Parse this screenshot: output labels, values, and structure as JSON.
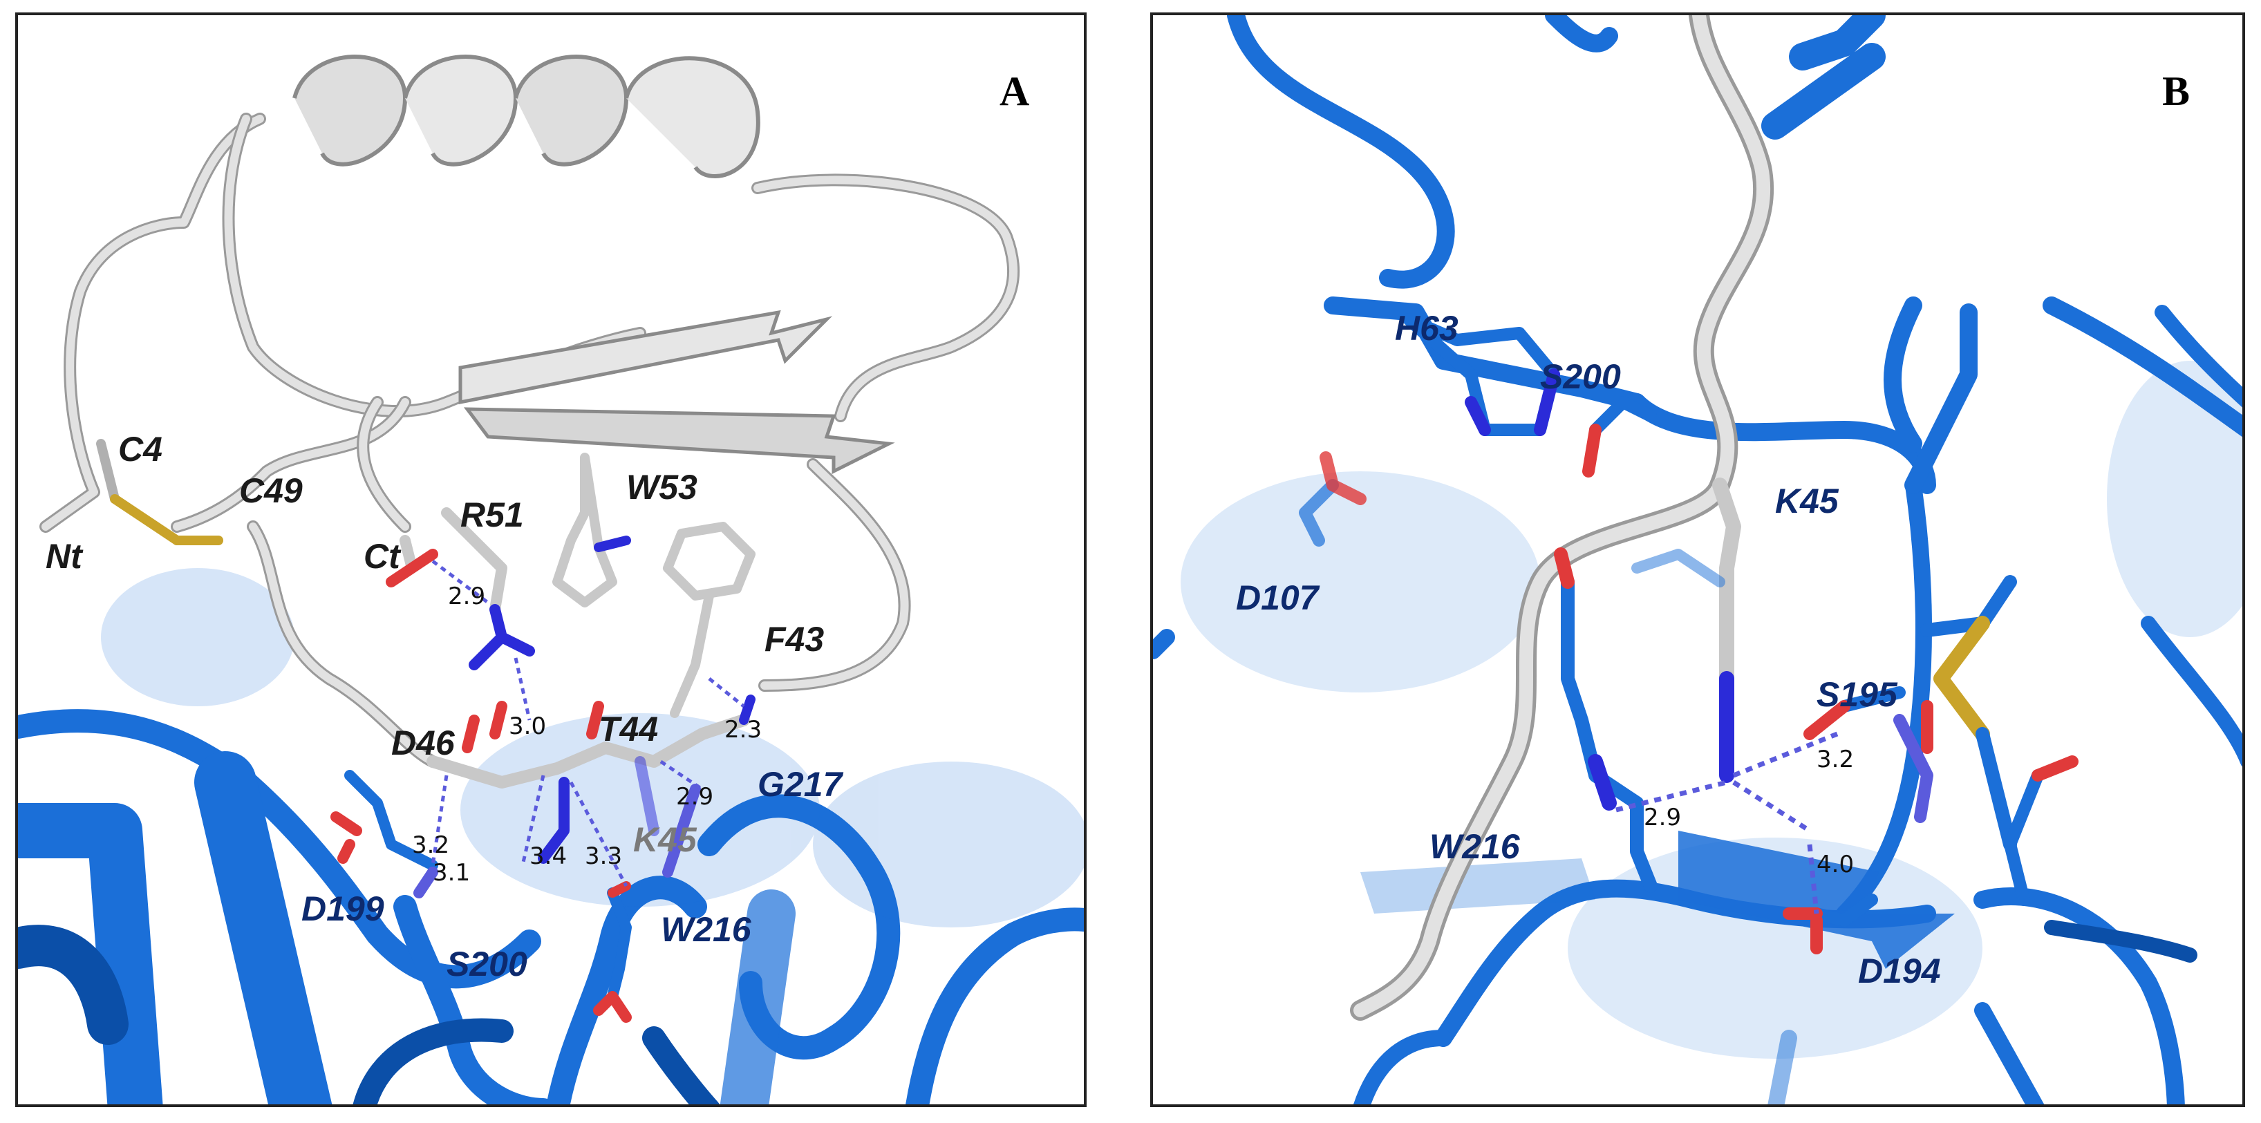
{
  "colors": {
    "ligand_ribbon": "#d9d9d9",
    "ligand_outline": "#9a9a9a",
    "protease_ribbon": "#1b6fd8",
    "protease_dark": "#0b4fa8",
    "oxygen": "#e03a3a",
    "nitrogen": "#2b2bd8",
    "sulfur": "#c9a32a",
    "hbond": "#5b5bdc",
    "label_dark": "#1a1a1a",
    "label_blue": "#0d2a6e"
  },
  "panel_a": {
    "panel_label": "A",
    "residue_labels": [
      {
        "text": "C4",
        "group": "ligand"
      },
      {
        "text": "C49",
        "group": "ligand"
      },
      {
        "text": "Nt",
        "group": "ligand"
      },
      {
        "text": "R51",
        "group": "ligand"
      },
      {
        "text": "W53",
        "group": "ligand"
      },
      {
        "text": "Ct",
        "group": "ligand"
      },
      {
        "text": "F43",
        "group": "ligand"
      },
      {
        "text": "T44",
        "group": "ligand"
      },
      {
        "text": "D46",
        "group": "ligand"
      },
      {
        "text": "K45",
        "group": "ligand-buried"
      },
      {
        "text": "G217",
        "group": "protease"
      },
      {
        "text": "D199",
        "group": "protease"
      },
      {
        "text": "S200",
        "group": "protease"
      },
      {
        "text": "W216",
        "group": "protease"
      }
    ],
    "distances": [
      "2.9",
      "3.0",
      "2.3",
      "2.9",
      "3.2",
      "3.1",
      "3.4",
      "3.3"
    ]
  },
  "panel_b": {
    "panel_label": "B",
    "residue_labels": [
      {
        "text": "H63",
        "group": "protease"
      },
      {
        "text": "S200",
        "group": "protease"
      },
      {
        "text": "K45",
        "group": "protease"
      },
      {
        "text": "D107",
        "group": "protease"
      },
      {
        "text": "S195",
        "group": "protease"
      },
      {
        "text": "W216",
        "group": "protease"
      },
      {
        "text": "D194",
        "group": "protease"
      }
    ],
    "distances": [
      "2.9",
      "3.2",
      "4.0"
    ]
  }
}
